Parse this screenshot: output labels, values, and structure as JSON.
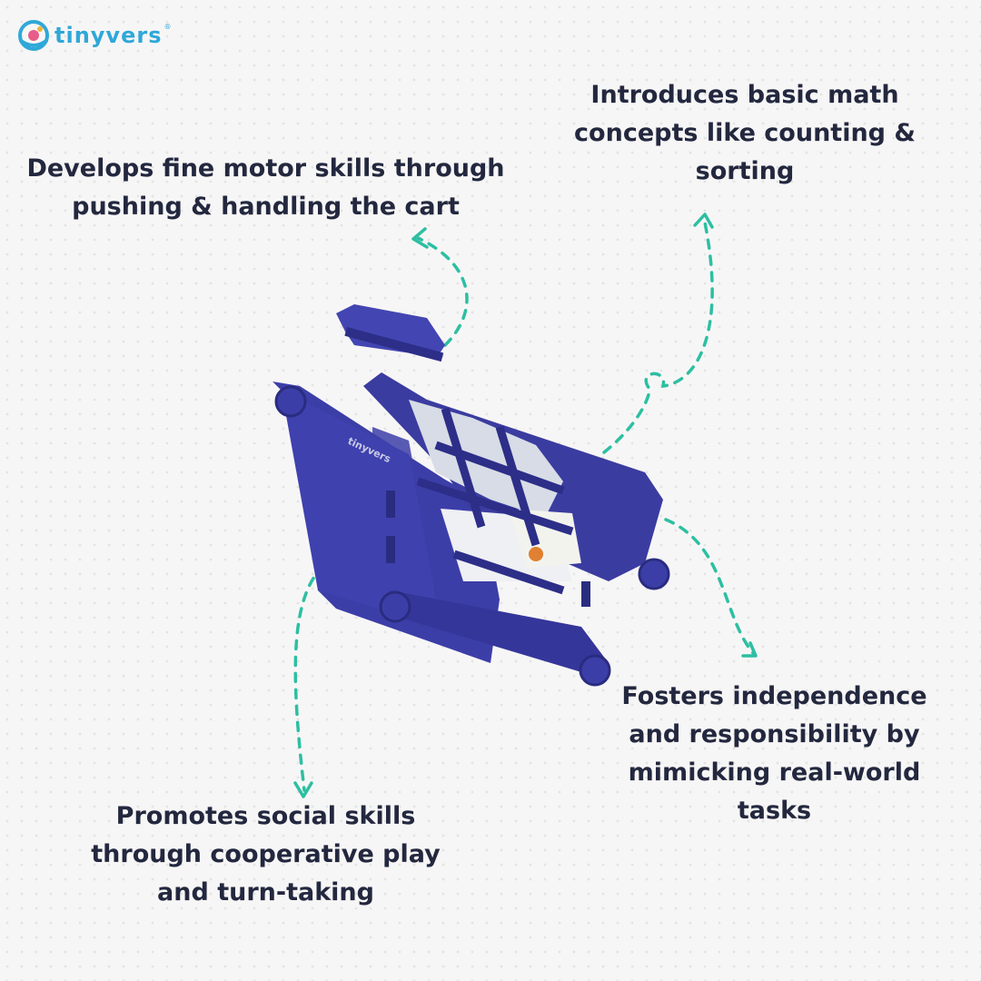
{
  "brand": {
    "logo_text": "tinyvers",
    "registered_mark": "®",
    "product_mark": "tinyvers"
  },
  "features": {
    "math": "Introduces basic math\nconcepts like counting &\nsorting",
    "motor": "Develops fine motor skills through\npushing & handling the cart",
    "independence": "Fosters independence\nand responsibility by\nmimicking real-world\ntasks",
    "social": "Promotes social skills\nthrough cooperative play\nand turn-taking"
  },
  "colors": {
    "text": "#23283f",
    "arrow": "#2dbfa2",
    "cart": "#3c3ea8",
    "logo": "#2fa8d8"
  }
}
